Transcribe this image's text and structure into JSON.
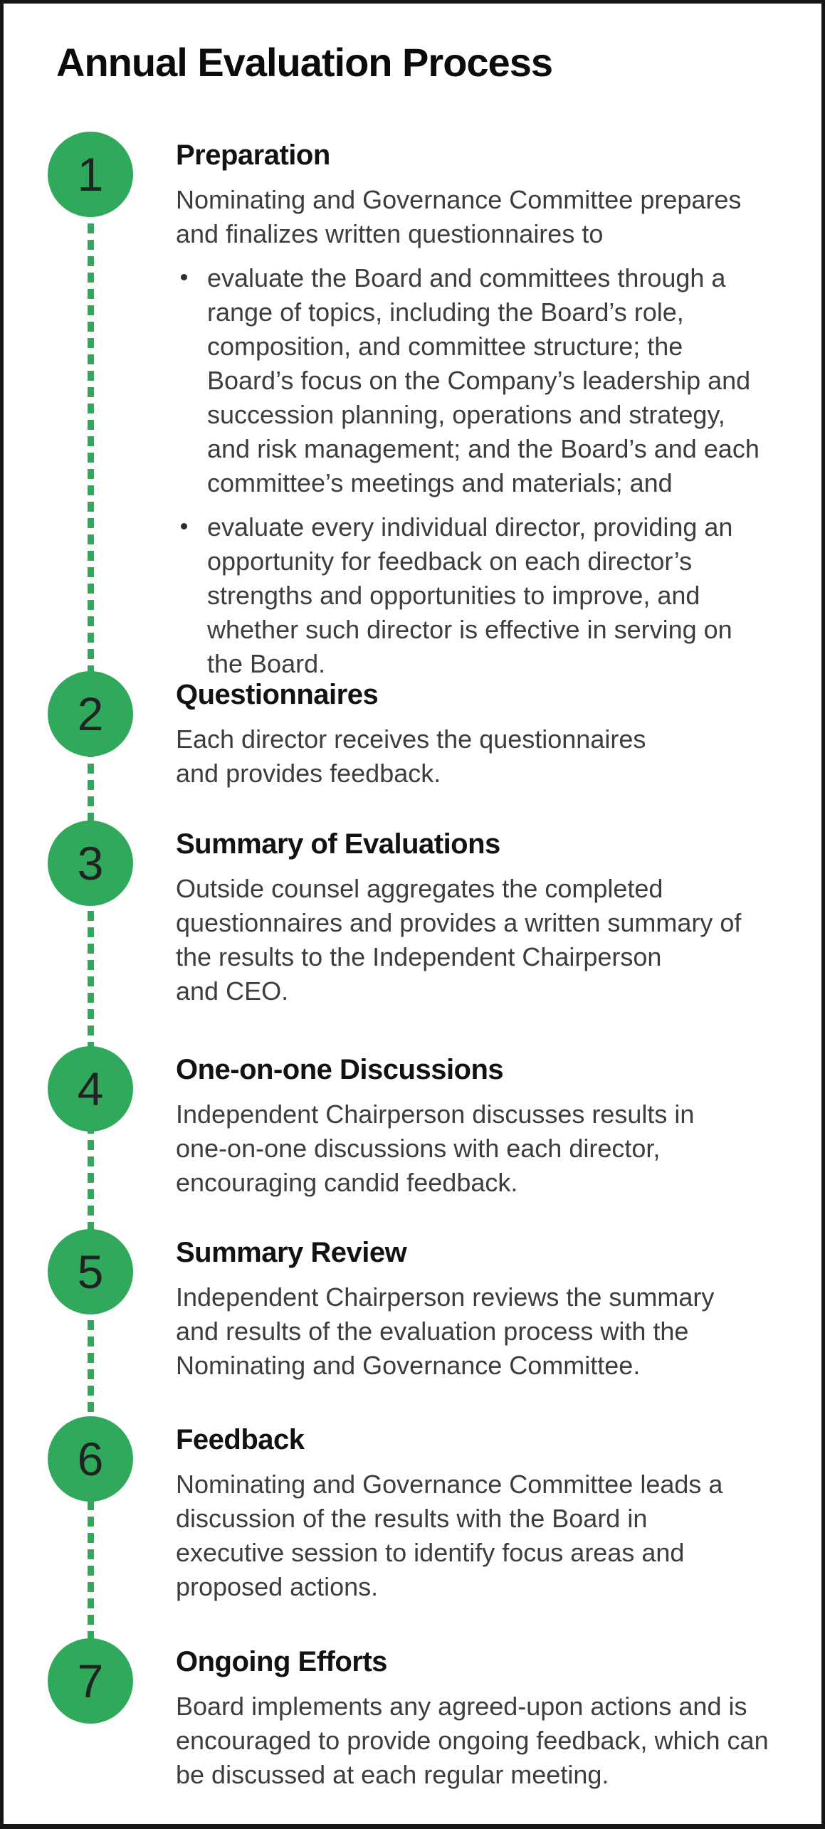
{
  "page": {
    "title": "Annual Evaluation Process"
  },
  "colors": {
    "accent_green": "#31a95c",
    "heading_text": "#121212",
    "body_text": "#3d3d3d",
    "frame_border": "#161616"
  },
  "steps": [
    {
      "number": "1",
      "title": "Preparation",
      "intro": [
        "Nominating and Governance Committee prepares",
        "and finalizes written questionnaires to"
      ],
      "bullets": [
        [
          "evaluate the Board and committees through a",
          "range of topics, including the Board’s role,",
          "composition, and committee structure; the",
          "Board’s focus on the Company’s leadership and",
          "succession planning, operations and strategy,",
          "and risk management; and the Board’s and each",
          "committee’s meetings and materials; and"
        ],
        [
          "evaluate every individual director, providing an",
          "opportunity for feedback on each director’s",
          "strengths and opportunities to improve, and",
          "whether such director is effective in serving on",
          "the Board."
        ]
      ]
    },
    {
      "number": "2",
      "title": "Questionnaires",
      "body": [
        "Each director receives the questionnaires",
        "and provides feedback."
      ]
    },
    {
      "number": "3",
      "title": "Summary of Evaluations",
      "body": [
        "Outside counsel aggregates the completed",
        "questionnaires and provides a written summary of",
        "the results to the Independent Chairperson",
        "and CEO."
      ]
    },
    {
      "number": "4",
      "title": "One-on-one Discussions",
      "body": [
        "Independent Chairperson discusses results in",
        "one-on-one discussions with each director,",
        "encouraging candid feedback."
      ]
    },
    {
      "number": "5",
      "title": "Summary Review",
      "body": [
        "Independent Chairperson reviews the summary",
        "and results of the evaluation process with the",
        "Nominating and Governance Committee."
      ]
    },
    {
      "number": "6",
      "title": "Feedback",
      "body": [
        "Nominating and Governance Committee leads a",
        "discussion of the results with the Board in",
        "executive session to identify focus areas and",
        "proposed actions."
      ]
    },
    {
      "number": "7",
      "title": "Ongoing Efforts",
      "body": [
        "Board implements any agreed-upon actions and is",
        "encouraged to provide ongoing feedback, which can",
        "be discussed at each regular meeting."
      ]
    }
  ]
}
